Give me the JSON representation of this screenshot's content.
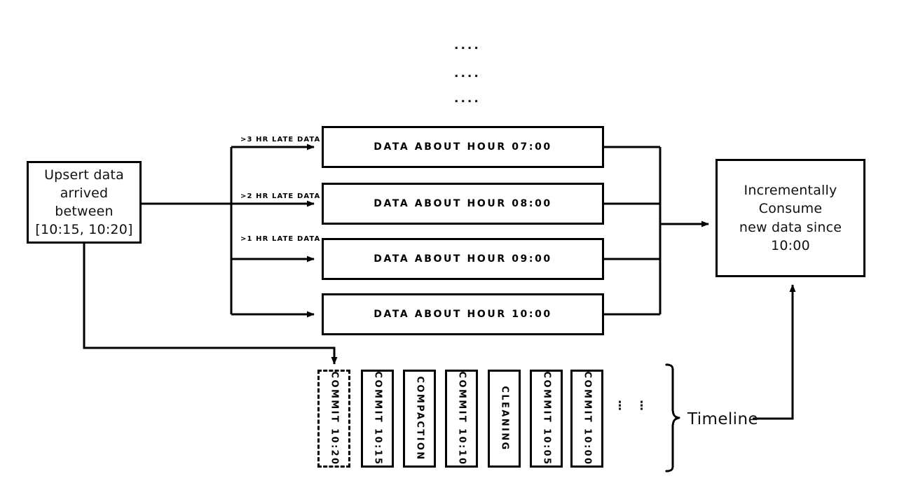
{
  "diagram": {
    "title_dots": [
      "....",
      "....",
      "...."
    ],
    "source_box": {
      "lines": [
        "Upsert data",
        "arrived between",
        "[10:15, 10:20]"
      ]
    },
    "edge_labels": [
      ">3 HR LATE DATA",
      ">2 HR LATE DATA",
      ">1 HR LATE DATA"
    ],
    "hour_boxes": [
      {
        "label": "DATA ABOUT HOUR 07:00"
      },
      {
        "label": "DATA ABOUT HOUR 08:00"
      },
      {
        "label": "DATA ABOUT HOUR 09:00"
      },
      {
        "label": "DATA ABOUT HOUR 10:00"
      }
    ],
    "consumer_box": {
      "lines": [
        "Incrementally Consume",
        "new data since 10:00"
      ]
    },
    "timeline": {
      "label": "Timeline",
      "ellipsis_columns": [
        "⋮",
        "⋮"
      ],
      "commits": [
        {
          "label": "COMMIT 10:20",
          "style": "dashed"
        },
        {
          "label": "COMMIT 10:15",
          "style": "solid"
        },
        {
          "label": "COMPACTION",
          "style": "solid"
        },
        {
          "label": "COMMIT 10:10",
          "style": "solid"
        },
        {
          "label": "CLEANING",
          "style": "solid"
        },
        {
          "label": "COMMIT 10:05",
          "style": "solid"
        },
        {
          "label": "COMMIT 10:00",
          "style": "solid"
        }
      ]
    },
    "colors": {
      "stroke": "#000000",
      "background": "#ffffff",
      "text": "#111111"
    }
  }
}
